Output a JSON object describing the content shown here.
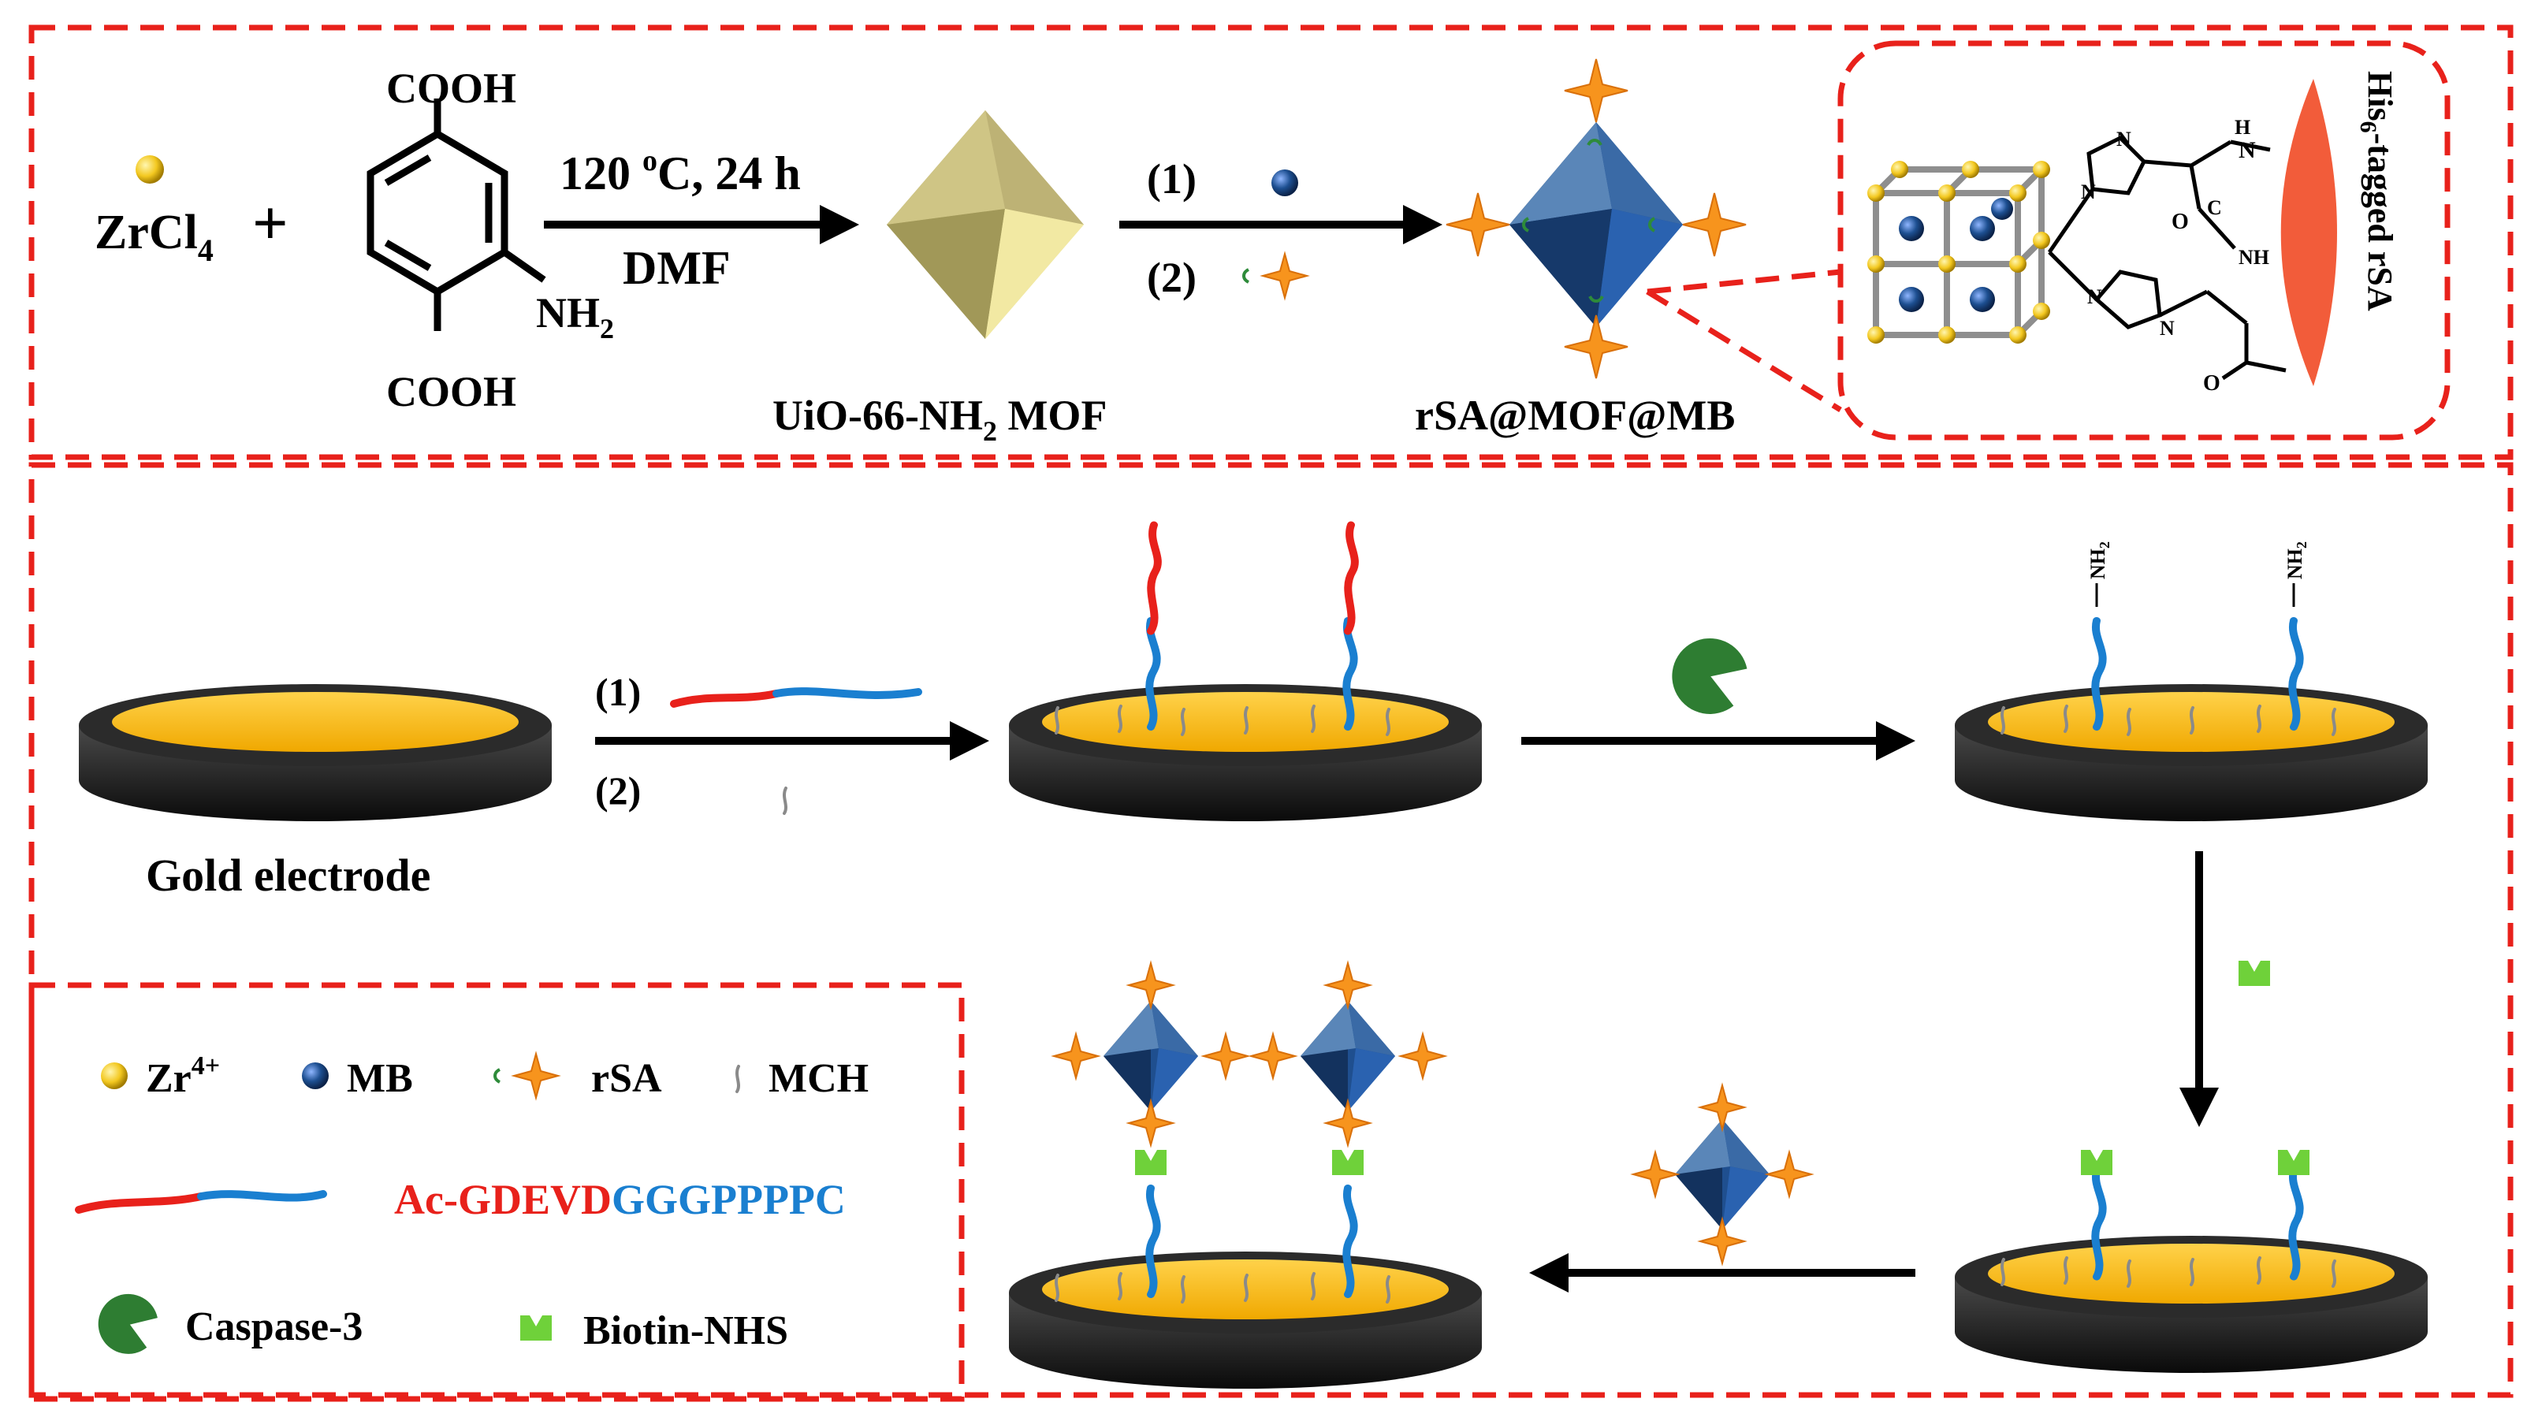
{
  "synthesis": {
    "reactant_zr": "ZrCl",
    "reactant_zr_sub": "4",
    "plus": "+",
    "cooh_top": "COOH",
    "cooh_bottom": "COOH",
    "nh2": "NH",
    "nh2_sub": "2",
    "cond_temp": "120 ",
    "cond_deg": "o",
    "cond_rest": "C, 24 h",
    "cond_solvent": "DMF",
    "mof_label_a": "UiO-66-NH",
    "mof_label_sub": "2",
    "mof_label_b": " MOF",
    "step1": "(1)",
    "step2": "(2)",
    "product_label": "rSA@MOF@MB",
    "his_label_a": "His",
    "his_label_sub": "6",
    "his_label_b": "-tagged rSA",
    "chem": {
      "h": "H",
      "n": "N",
      "o": "O",
      "c": "C",
      "nh": "NH"
    }
  },
  "electrode": {
    "step1": "(1)",
    "step2": "(2)",
    "gold_label": "Gold electrode",
    "nh2_a": "NH",
    "nh2_sub": "2"
  },
  "legend": {
    "zr_label": "Zr",
    "zr_sup": "4+",
    "mb_label": "MB",
    "rsa_label": "rSA",
    "mch_label": "MCH",
    "peptide_red": "Ac-GDEVD",
    "peptide_blue": "GGGPPPPC",
    "caspase_label": "Caspase-3",
    "biotin_label": "Biotin-NHS"
  },
  "colors": {
    "dash_red": "#e8211b",
    "gold": "#f5b800",
    "peptide_red": "#e8211b",
    "peptide_blue": "#1a7fd0",
    "caspase_green": "#2e7d32",
    "biotin_green": "#6fd13a",
    "rsa_orange": "#f7941d",
    "mb_blue": "#1d4f91",
    "zr_yellow": "#f3c820",
    "octa_dark": "#13325e",
    "octa_light": "#5a86b8",
    "mof_khaki": "#c9bf84"
  }
}
